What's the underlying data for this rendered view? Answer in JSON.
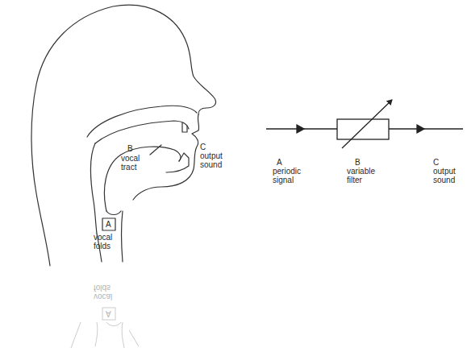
{
  "diagram": {
    "labels": [
      "B",
      "vocal tract",
      "C",
      "output sound",
      "A",
      "vocal folds",
      "A",
      "periodic signal",
      "B",
      "variable filter",
      "C",
      "output sound",
      "vocal folds",
      "A"
    ]
  }
}
